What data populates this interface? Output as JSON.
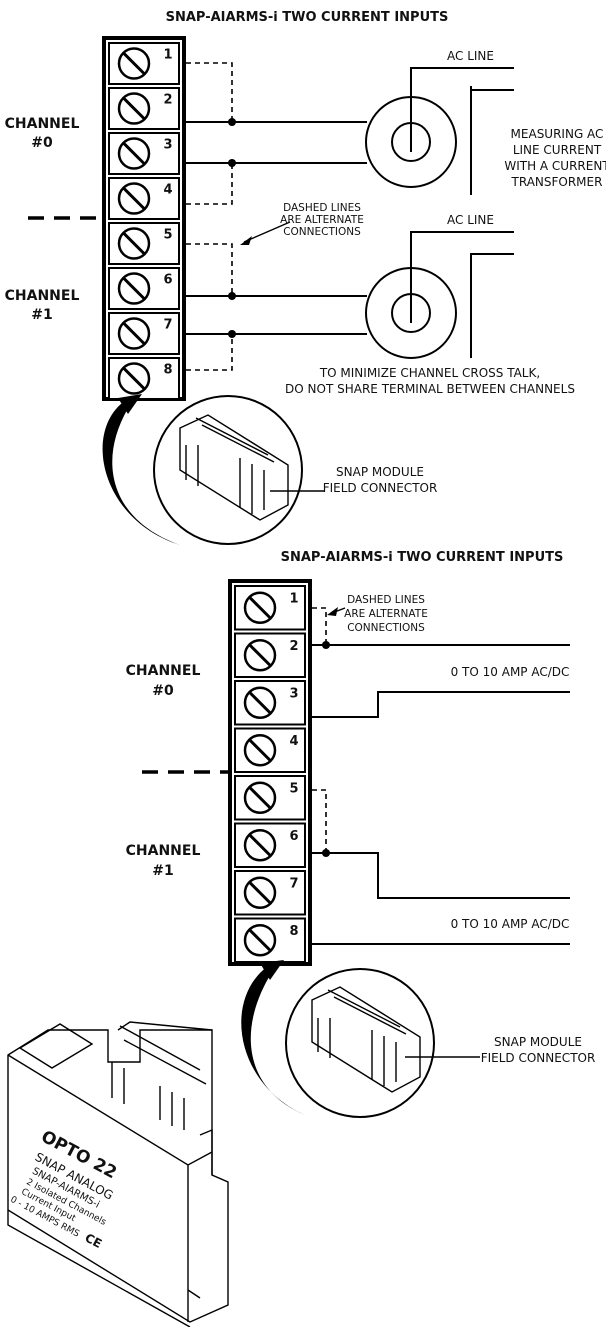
{
  "top": {
    "title": "SNAP-AIARMS-i TWO CURRENT INPUTS",
    "channel0": [
      "CHANNEL",
      "#0"
    ],
    "channel1": [
      "CHANNEL",
      "#1"
    ],
    "terminals": [
      "1",
      "2",
      "3",
      "4",
      "5",
      "6",
      "7",
      "8"
    ],
    "ac_line_1": "AC LINE",
    "ac_line_2": "AC LINE",
    "measuring_note": [
      "MEASURING AC",
      "LINE CURRENT",
      "WITH A CURRENT",
      "TRANSFORMER"
    ],
    "dashed_note": [
      "DASHED LINES",
      "ARE ALTERNATE",
      "CONNECTIONS"
    ],
    "crosstalk_note": [
      "TO MINIMIZE CHANNEL CROSS TALK,",
      "DO NOT SHARE TERMINAL BETWEEN CHANNELS"
    ],
    "connector_label": [
      "SNAP MODULE",
      "FIELD CONNECTOR"
    ]
  },
  "bottom": {
    "title": "SNAP-AIARMS-i TWO CURRENT INPUTS",
    "channel0": [
      "CHANNEL",
      "#0"
    ],
    "channel1": [
      "CHANNEL",
      "#1"
    ],
    "terminals": [
      "1",
      "2",
      "3",
      "4",
      "5",
      "6",
      "7",
      "8"
    ],
    "dashed_note": [
      "DASHED LINES",
      "ARE ALTERNATE",
      "CONNECTIONS"
    ],
    "range_1": "0 TO 10 AMP AC/DC",
    "range_2": "0 TO 10 AMP AC/DC",
    "connector_label": [
      "SNAP MODULE",
      "FIELD CONNECTOR"
    ]
  },
  "module": {
    "brand": "OPTO 22",
    "line1": "SNAP ANALOG",
    "line2": "SNAP-AIARMS-i",
    "line3": "2 Isolated Channels",
    "line4": "Current Input",
    "line5": "0 - 10 AMPS RMS",
    "mark": "CE"
  }
}
